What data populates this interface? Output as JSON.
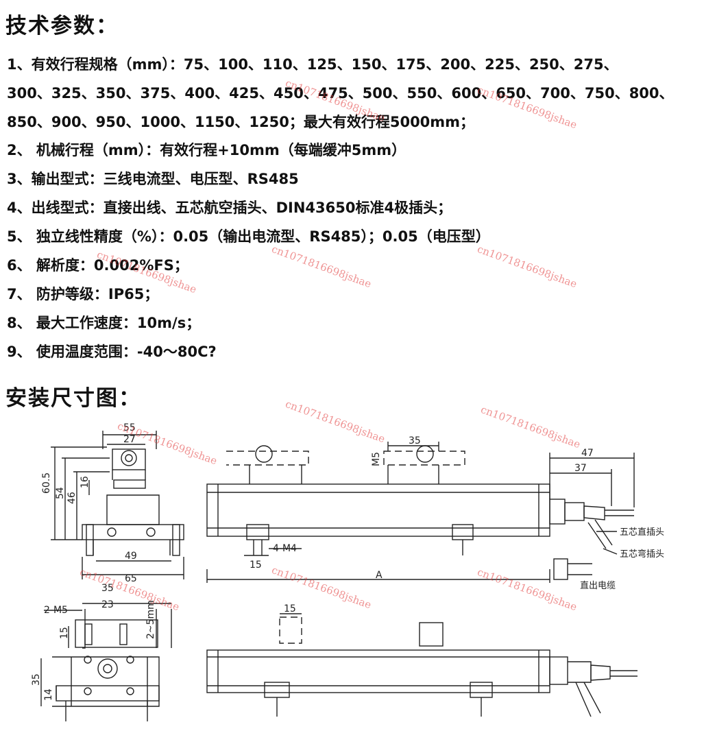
{
  "specs_title": "技术参数：",
  "spec_lines": [
    "1、有效行程规格（mm）：75、100、110、125、150、175、200、225、250、275、",
    "300、325、350、375、400、425、450、475、500、550、600、650、700、750、800、",
    "850、900、950、1000、1150、1250；最大有效行程5000mm；",
    "2、  机械行程（mm）：有效行程+10mm（每端缓冲5mm）",
    "3、输出型式：三线电流型、电压型、RS485",
    "4、出线型式：直接出线、五芯航空插头、DIN43650标准4极插头；",
    "5、  独立线性精度（%）：0.05（输出电流型、RS485）；0.05（电压型）",
    "6、  解析度：0.002%FS；",
    "7、  防护等级：IP65；",
    "8、  最大工作速度：10m/s；",
    "9、  使用温度范围：-40～80C?"
  ],
  "install_title": "安装尺寸图：",
  "watermark": "cn1071816698jshae",
  "dims": {
    "d55": "55",
    "d27": "27",
    "d60_5": "60.5",
    "d54": "54",
    "d46": "46",
    "d16": "16",
    "d49": "49",
    "d65": "65",
    "d35_top": "35",
    "m5_top": "M5",
    "d47": "47",
    "d37": "37",
    "m4": "4-M4",
    "d15_a": "15",
    "dA": "A",
    "d35_end": "35",
    "d23": "23",
    "m5_two": "2-M5",
    "d15_b": "15",
    "d2_5": "2~5mm",
    "d14": "14",
    "d15_c": "15",
    "d35_bot": "35"
  },
  "labels": {
    "plug_straight": "五芯直插头",
    "plug_elbow": "五芯弯插头",
    "direct_cable": "直出电缆"
  }
}
